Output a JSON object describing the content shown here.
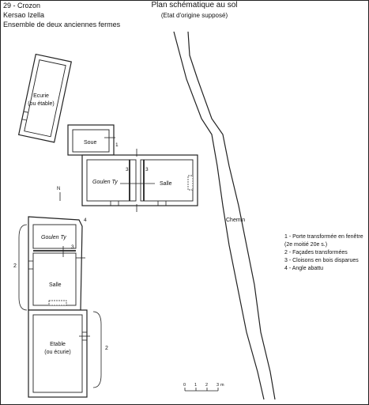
{
  "header": {
    "line1": "29 - Crozon",
    "line2": "Kersao Izella",
    "line3": "Ensemble de deux anciennes fermes",
    "title": "Plan schématique au sol",
    "subtitle": "(Etat d'origine supposé)"
  },
  "rooms": {
    "ecurie_line1": "Ecurie",
    "ecurie_line2": "(ou étable)",
    "soue": "Soue",
    "goulen_ty_top": "Goulen Ty",
    "salle_top": "Salle",
    "goulen_ty_bottom": "Goulen Ty",
    "salle_bottom": "Salle",
    "etable_line1": "Etable",
    "etable_line2": "(ou écurie)"
  },
  "markers": {
    "m1": "1",
    "m3a": "3",
    "m3b": "3",
    "m3c": "3",
    "m4": "4",
    "m2a": "2",
    "m2b": "2"
  },
  "north": "N",
  "road_label": "Chemin",
  "legend": {
    "items": [
      "1 - Porte transformée en fenêtre",
      "(2e moitié 20e s.)",
      "2 - Façades transformées",
      "3 - Cloisons en bois disparues",
      "4 - Angle abattu"
    ]
  },
  "scale": {
    "ticks": [
      "0",
      "1",
      "2",
      "3"
    ],
    "unit": "m"
  },
  "colors": {
    "ink": "#222222",
    "paper": "#ffffff"
  }
}
